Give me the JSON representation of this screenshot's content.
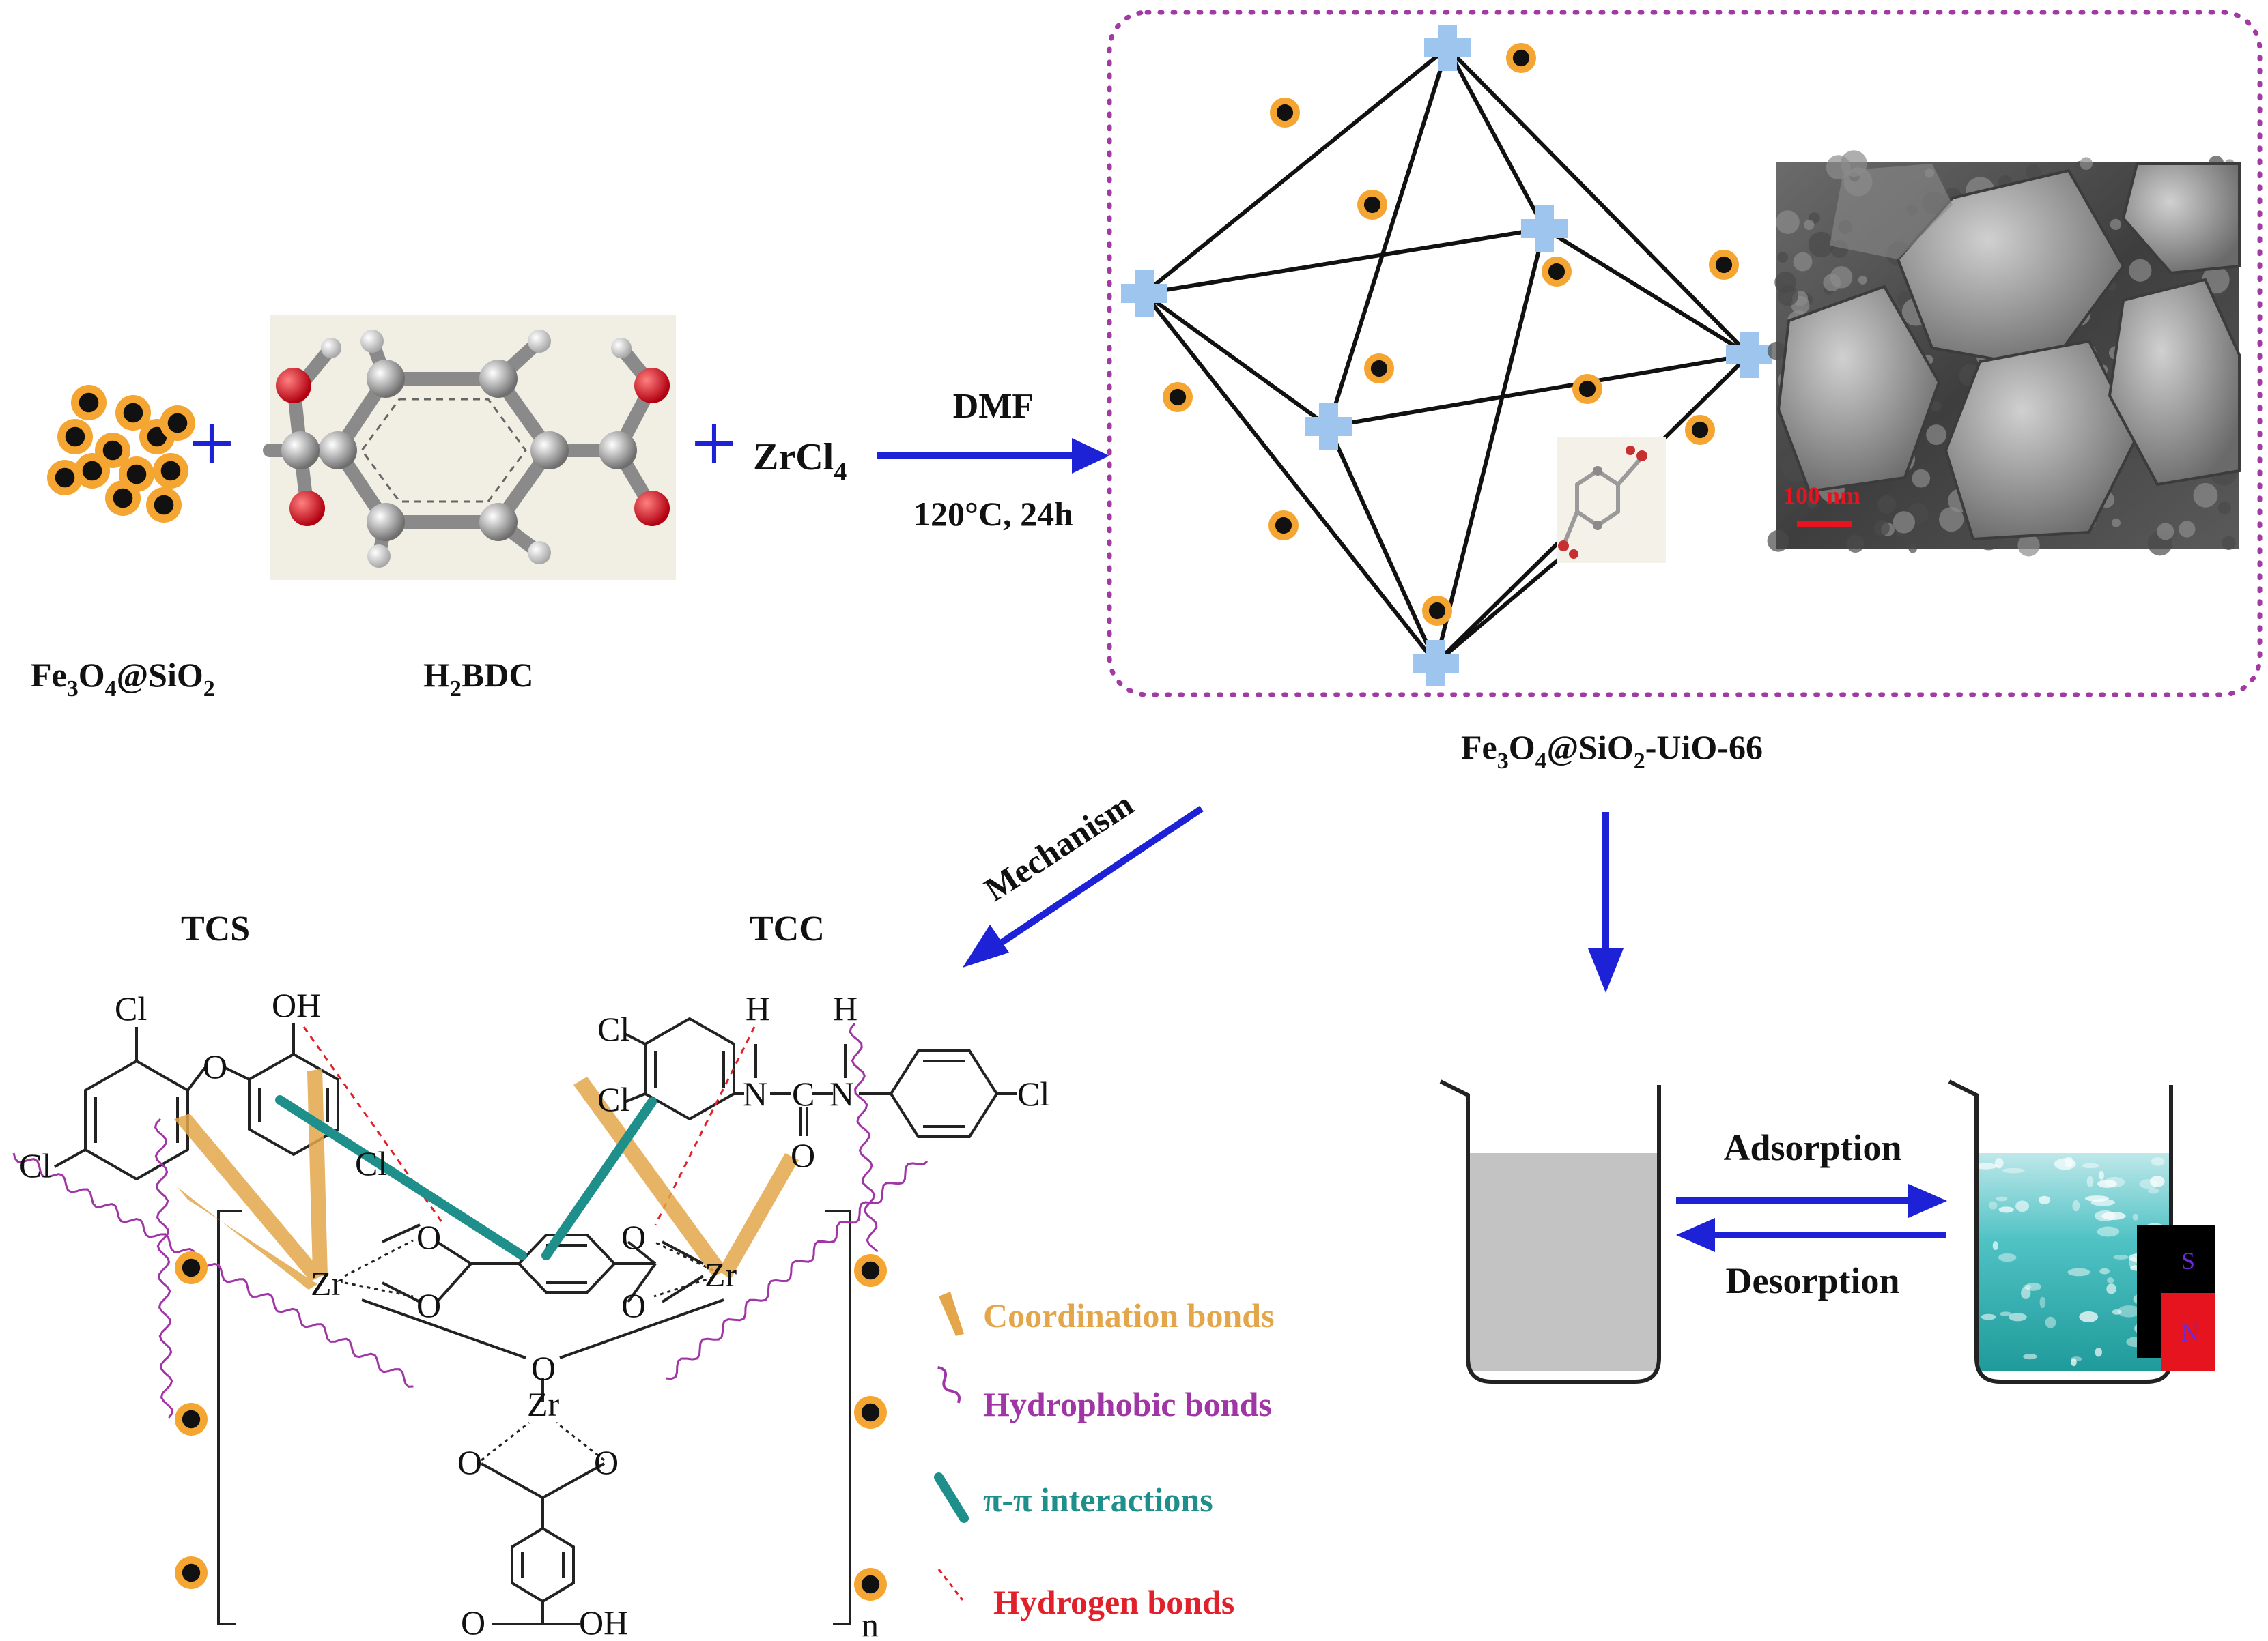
{
  "reagents": {
    "particle": {
      "base": "Fe",
      "s1": "3",
      "mid": "O",
      "s2": "4",
      "tail": "@SiO",
      "s3": "2"
    },
    "linker": {
      "base": "H",
      "s1": "2",
      "tail": "BDC"
    },
    "plus1": "+",
    "plus2": "+",
    "metal": {
      "base": "ZrCl",
      "s1": "4"
    }
  },
  "reaction": {
    "solvent": "DMF",
    "conditions": "120°C, 24h"
  },
  "product": {
    "base": "Fe",
    "s1": "3",
    "mid": "O",
    "s2": "4",
    "tail": "@SiO",
    "s3": "2",
    "tail2": "-UiO-66"
  },
  "sem": {
    "scale_text": "100 nm"
  },
  "mechanism": {
    "arrow_label": "Mechanism",
    "tcs": "TCS",
    "tcc": "TCC",
    "atoms": {
      "cl1": "Cl",
      "cl2": "Cl",
      "cl3": "Cl",
      "cl4": "Cl",
      "cl5": "Cl",
      "cl6": "Cl",
      "oh1": "OH",
      "o_ether": "O",
      "h1": "H",
      "h2": "H",
      "n1": "N",
      "n2": "N",
      "c1": "C",
      "o_carbonyl": "O",
      "zr1": "Zr",
      "zr2": "Zr",
      "zr3": "Zr",
      "o1": "O",
      "o2": "O",
      "o3": "O",
      "o4": "O",
      "o5": "O",
      "o6": "O",
      "o7": "O",
      "o_bottom": "O",
      "oh_bottom": "OH",
      "n_sub": "n"
    }
  },
  "legend": [
    {
      "label": "Coordination bonds",
      "color": "#e3a64a"
    },
    {
      "label": "Hydrophobic bonds",
      "color": "#a035a6"
    },
    {
      "label": "π-π interactions",
      "color": "#1e8f8a"
    },
    {
      "label": "Hydrogen bonds",
      "color": "#e0202a"
    }
  ],
  "separation": {
    "adsorption": "Adsorption",
    "desorption": "Desorption",
    "magnet_s": "S",
    "magnet_n": "N"
  },
  "colors": {
    "arrow": "#1d22d6",
    "particle_ring": "#f5a531",
    "dotted_border": "#a13ba3",
    "node": "#9ec5ee"
  }
}
